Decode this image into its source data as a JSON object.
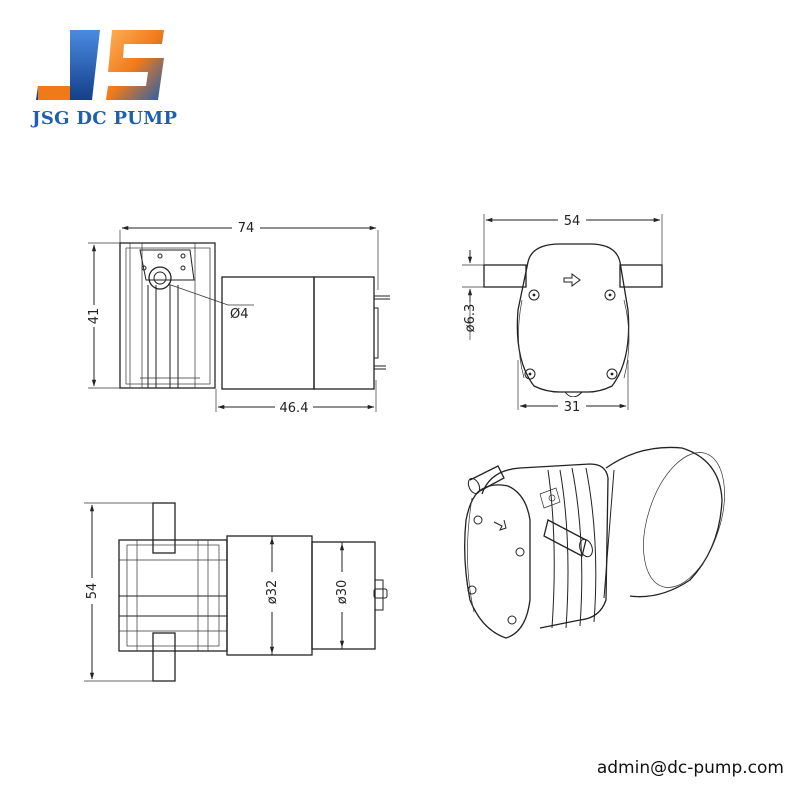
{
  "brand": {
    "name": "JSG DC PUMP",
    "colors": {
      "orange": "#f07a1a",
      "blue": "#1f5fb0",
      "blue_light": "#4a8be0",
      "blue_dark": "#143f8a"
    }
  },
  "dimensions": {
    "front_length": "74",
    "front_height": "41",
    "port_diameter": "Ø4",
    "motor_length": "46.4",
    "end_width": "54",
    "tube_diameter": "ø6.3",
    "base_width": "31",
    "top_height": "54",
    "motor_diameter_32": "ø32",
    "motor_diameter_30": "ø30"
  },
  "contact": {
    "email": "admin@dc-pump.com"
  }
}
